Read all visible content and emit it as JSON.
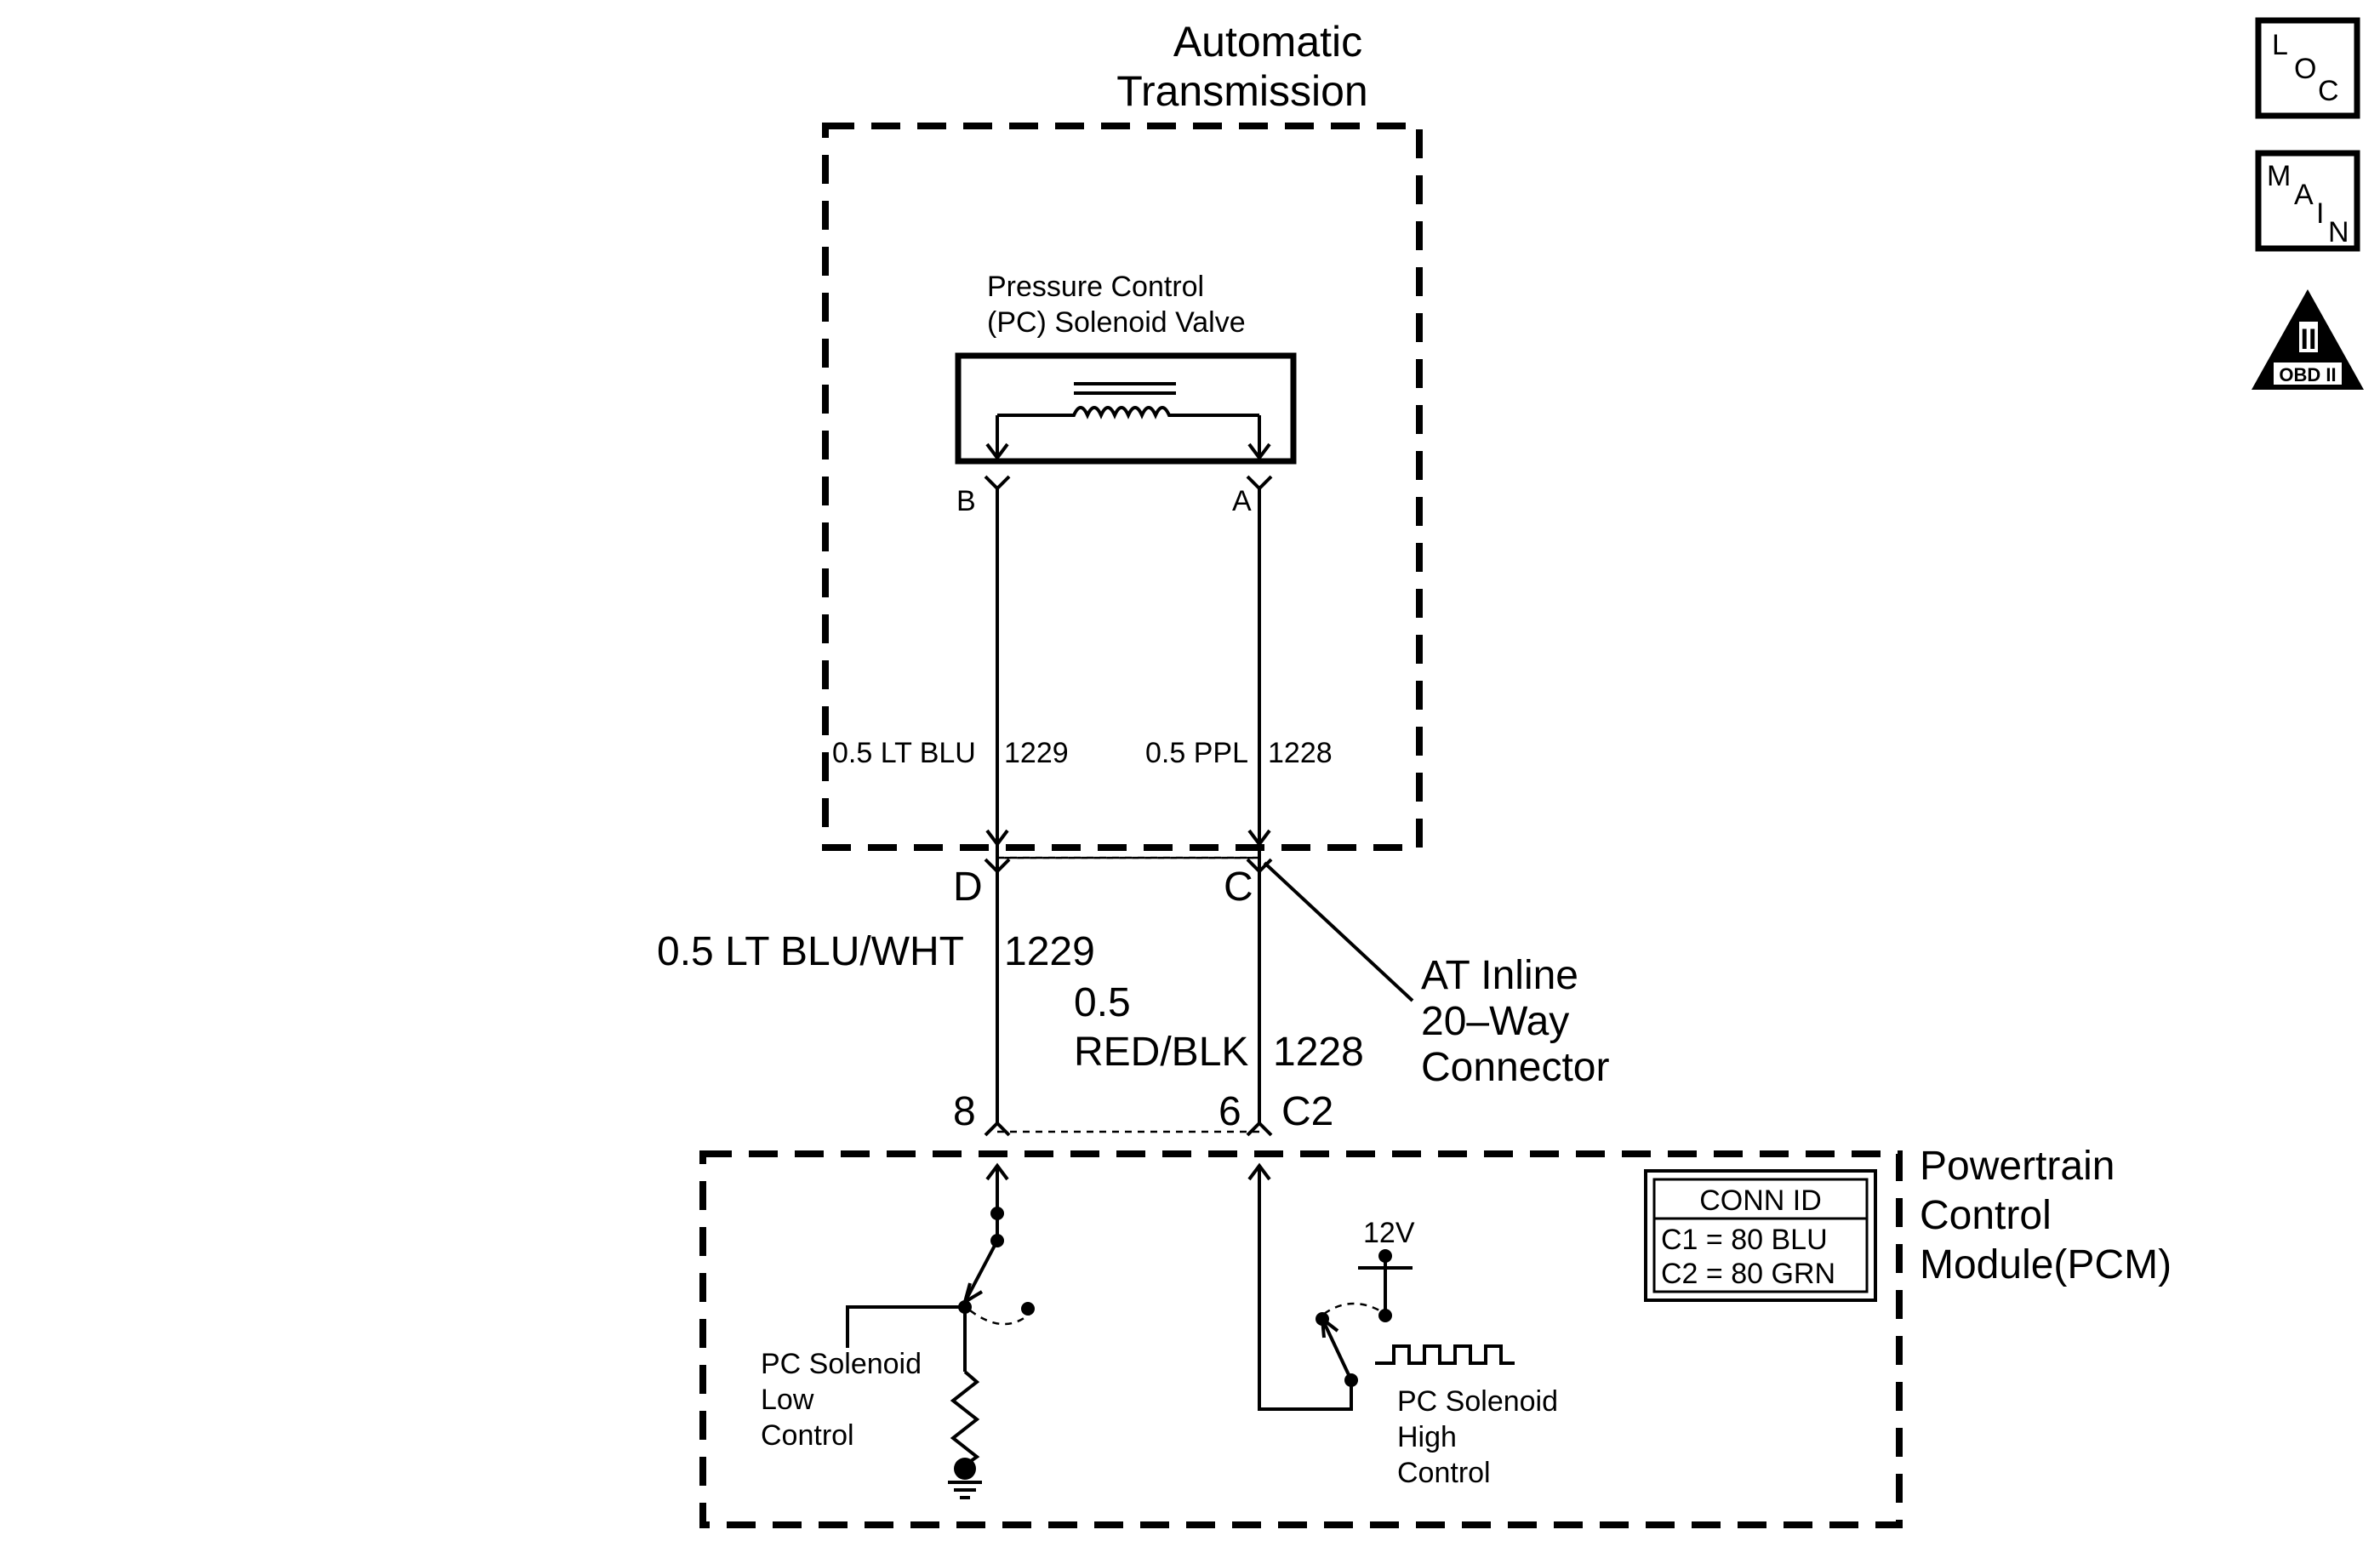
{
  "transmission": {
    "title_line1": "Automatic",
    "title_line2": "Transmission"
  },
  "solenoid": {
    "label_line1": "Pressure Control",
    "label_line2": "(PC) Solenoid Valve",
    "pin_b": "B",
    "pin_a": "A"
  },
  "wires_internal": {
    "left_size_color": "0.5 LT BLU",
    "left_circuit": "1229",
    "right_size_color": "0.5 PPL",
    "right_circuit": "1228"
  },
  "inline_connector": {
    "pin_d": "D",
    "pin_c": "C",
    "label_line1": "AT Inline",
    "label_line2": "20–Way",
    "label_line3": "Connector"
  },
  "wires_external": {
    "left_size_color": "0.5 LT BLU/WHT",
    "left_circuit": "1229",
    "right_size": "0.5",
    "right_color": "RED/BLK",
    "right_circuit": "1228"
  },
  "pcm_connector": {
    "pin_8": "8",
    "pin_6": "6",
    "connector": "C2"
  },
  "pcm": {
    "label_line1": "Powertrain",
    "label_line2": "Control",
    "label_line3": "Module(PCM)",
    "conn_id": {
      "header": "CONN ID",
      "row1": "C1 = 80 BLU",
      "row2": "C2 = 80 GRN"
    },
    "low_control_line1": "PC Solenoid",
    "low_control_line2": "Low",
    "low_control_line3": "Control",
    "high_control_line1": "PC Solenoid",
    "high_control_line2": "High",
    "high_control_line3": "Control",
    "voltage": "12V"
  },
  "nav_icons": {
    "loc": {
      "l1": "L",
      "l2": "O",
      "l3": "C",
      "icon": "loc-icon"
    },
    "main": {
      "l1": "M",
      "l2": "A",
      "l3": "I",
      "l4": "N",
      "icon": "main-icon"
    },
    "obd": {
      "numeral": "II",
      "label": "OBD II",
      "icon": "obd-icon"
    }
  }
}
